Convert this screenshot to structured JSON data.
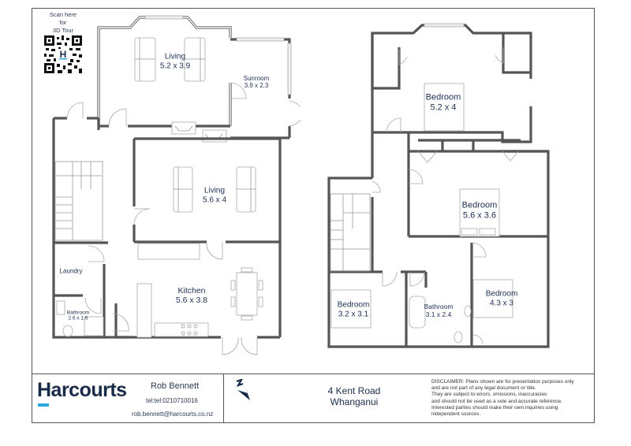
{
  "qr": {
    "caption_line1": "Scan here",
    "caption_line2": "for",
    "caption_line3": "3D Tour",
    "icon": "qr-code-icon"
  },
  "ground_floor": {
    "rooms": [
      {
        "name": "Living",
        "size": "5.2 x 3.9"
      },
      {
        "name": "Sunroom",
        "size": "3.9 x 2.3"
      },
      {
        "name": "Living",
        "size": "5.6 x 4"
      },
      {
        "name": "Laundry",
        "size": ""
      },
      {
        "name": "Kitchen",
        "size": "5.6 x 3.8"
      },
      {
        "name": "Bathroom",
        "size": "2.6 x 1.6"
      }
    ]
  },
  "first_floor": {
    "rooms": [
      {
        "name": "Bedroom",
        "size": "5.2 x 4"
      },
      {
        "name": "Bedroom",
        "size": "5.6 x 3.6"
      },
      {
        "name": "Bedroom",
        "size": "3.2 x 3.1"
      },
      {
        "name": "Bathroom",
        "size": "3.1 x 2.4"
      },
      {
        "name": "Bedroom",
        "size": "4.3 x 3"
      }
    ]
  },
  "footer": {
    "brand": "Harcourts",
    "brand_accent_color": "#2ba7df",
    "brand_color": "#1a2b4a",
    "agent_name": "Rob Bennett",
    "agent_tel": "tel:tel:0210710016",
    "agent_email": "rob.bennett@harcourts.co.nz",
    "north_icon": "north-arrow-icon",
    "address_line1": "4 Kent Road",
    "address_line2": "Whanganui",
    "disclaimer_lines": [
      "DISCLAIMER:  Plans shown are for presentation purposes only",
      "and are not part of any legal document or title.",
      "They are subject to errors, omissions, inaccuracies",
      "and should not be used as a sole and accurate reference.",
      "Interested parties should make their own inquiries using",
      "independent sources."
    ]
  }
}
